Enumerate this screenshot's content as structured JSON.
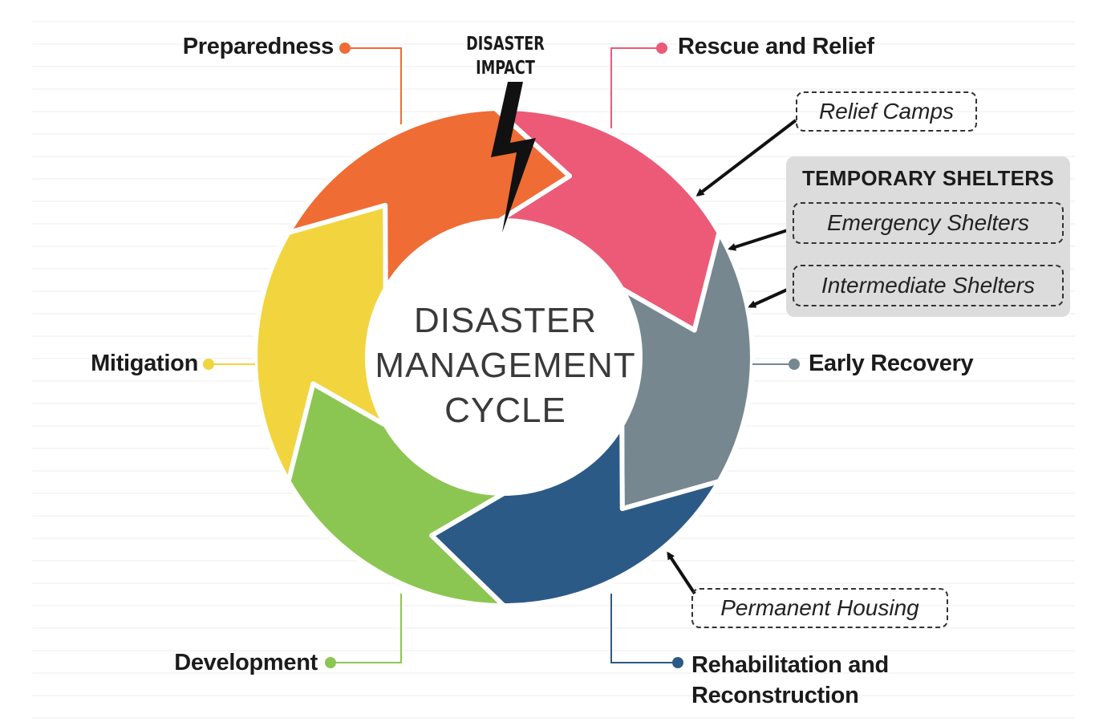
{
  "impact": {
    "line1": "DISASTER",
    "line2": "IMPACT"
  },
  "center": {
    "line1": "DISASTER",
    "line2": "MANAGEMENT",
    "line3": "CYCLE"
  },
  "phases": {
    "preparedness": {
      "label": "Preparedness",
      "color": "#ef6c35"
    },
    "rescue": {
      "label": "Rescue and Relief",
      "color": "#ec5a78"
    },
    "early_recovery": {
      "label": "Early Recovery",
      "color": "#76878f"
    },
    "rehab": {
      "label_line1": "Rehabilitation and",
      "label_line2": "Reconstruction",
      "color": "#2c5a86"
    },
    "development": {
      "label": "Development",
      "color": "#8cc652"
    },
    "mitigation": {
      "label": "Mitigation",
      "color": "#f2d43f"
    }
  },
  "callouts": {
    "relief_camps": "Relief Camps",
    "temporary_shelters_title": "TEMPORARY SHELTERS",
    "emergency_shelters": "Emergency Shelters",
    "intermediate_shelters": "Intermediate Shelters",
    "permanent_housing": "Permanent Housing"
  }
}
